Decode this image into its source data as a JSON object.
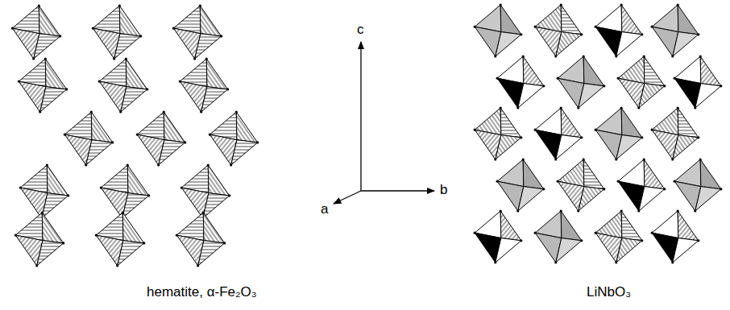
{
  "diagram": {
    "labels": [
      "hematite, α-Fe₂O₃",
      "c",
      "b",
      "a",
      "LiNbO₃"
    ]
  }
}
